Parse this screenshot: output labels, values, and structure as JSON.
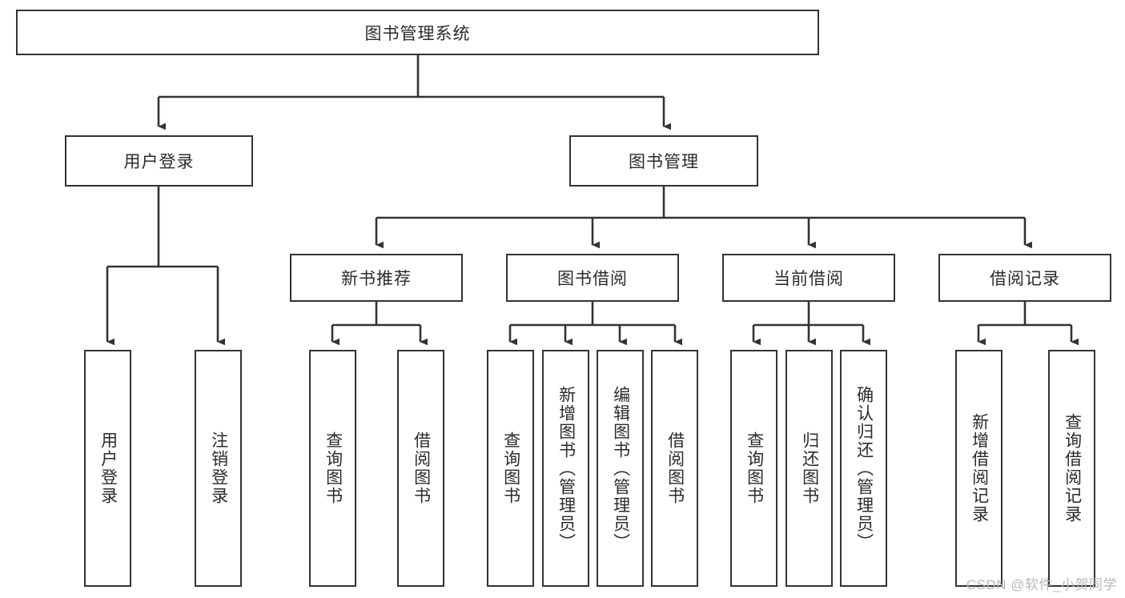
{
  "diagram": {
    "title": "图书管理系统",
    "type": "tree",
    "watermark": "CSDN @软件_小贺同学",
    "colors": {
      "stroke": "#333333",
      "fill": "#ffffff",
      "text": "#2b2b2b",
      "watermark": "#b9b9b9"
    },
    "nodes": {
      "root": {
        "label": "图书管理系统",
        "orientation": "horizontal"
      },
      "level2": [
        {
          "id": "user-login",
          "label": "用户登录",
          "orientation": "horizontal"
        },
        {
          "id": "book-manage",
          "label": "图书管理",
          "orientation": "horizontal"
        }
      ],
      "level3": [
        {
          "id": "new-book-recommend",
          "label": "新书推荐",
          "orientation": "horizontal"
        },
        {
          "id": "book-borrow",
          "label": "图书借阅",
          "orientation": "horizontal"
        },
        {
          "id": "current-borrow",
          "label": "当前借阅",
          "orientation": "horizontal"
        },
        {
          "id": "borrow-record",
          "label": "借阅记录",
          "orientation": "horizontal"
        }
      ],
      "leaves": [
        {
          "id": "leaf-user-login",
          "label": "用户登录",
          "parent": "user-login",
          "orientation": "vertical"
        },
        {
          "id": "leaf-logout-login",
          "label": "注销登录",
          "parent": "user-login",
          "orientation": "vertical"
        },
        {
          "id": "leaf-query-book-1",
          "label": "查询图书",
          "parent": "new-book-recommend",
          "orientation": "vertical"
        },
        {
          "id": "leaf-borrow-book-1",
          "label": "借阅图书",
          "parent": "new-book-recommend",
          "orientation": "vertical"
        },
        {
          "id": "leaf-query-book-2",
          "label": "查询图书",
          "parent": "book-borrow",
          "orientation": "vertical"
        },
        {
          "id": "leaf-add-book",
          "label": "新增图书（管理员）",
          "parent": "book-borrow",
          "orientation": "vertical"
        },
        {
          "id": "leaf-edit-book",
          "label": "编辑图书（管理员）",
          "parent": "book-borrow",
          "orientation": "vertical"
        },
        {
          "id": "leaf-borrow-book-2",
          "label": "借阅图书",
          "parent": "book-borrow",
          "orientation": "vertical"
        },
        {
          "id": "leaf-query-book-3",
          "label": "查询图书",
          "parent": "current-borrow",
          "orientation": "vertical"
        },
        {
          "id": "leaf-return-book",
          "label": "归还图书",
          "parent": "current-borrow",
          "orientation": "vertical"
        },
        {
          "id": "leaf-confirm-return",
          "label": "确认归还（管理员）",
          "parent": "current-borrow",
          "orientation": "vertical"
        },
        {
          "id": "leaf-add-record",
          "label": "新增借阅记录",
          "parent": "borrow-record",
          "orientation": "vertical"
        },
        {
          "id": "leaf-query-record",
          "label": "查询借阅记录",
          "parent": "borrow-record",
          "orientation": "vertical"
        }
      ]
    }
  }
}
